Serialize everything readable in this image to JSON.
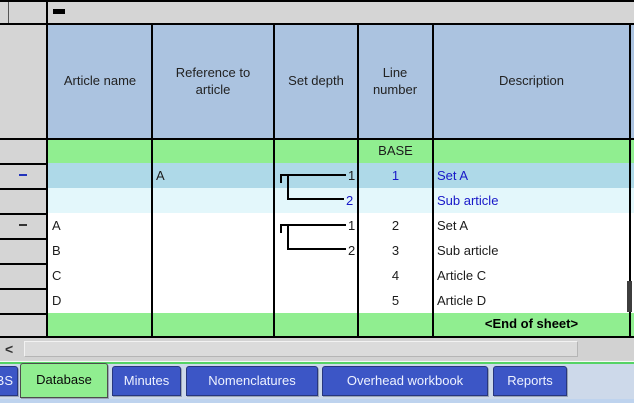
{
  "colors": {
    "header_fill": "#abc3e0",
    "group_row_fill": "#90ee90",
    "highlight_row_fill": "#aed9e8",
    "child_row_fill": "#e3f7fb",
    "link_text_blue": "#1818c8",
    "tab_fill_blue": "#3c56c6",
    "active_tab_fill_green": "#90ee90",
    "separator_green": "#55d365"
  },
  "icons": {
    "outline_collapse": "minus-icon",
    "row_collapse": "minus-icon",
    "scroll_left_arrow": "<",
    "vertical_scroll_thumb": "thumb"
  },
  "scrollbar": {
    "left_arrow": "<"
  },
  "table": {
    "columns": [
      "Article name",
      "Reference to article",
      "Set depth",
      "Line number",
      "Description"
    ],
    "rows": [
      {
        "article": "",
        "reference": "",
        "depth": "",
        "line": "BASE",
        "description": ""
      },
      {
        "article": "",
        "reference": "A",
        "depth": "1",
        "line": "1",
        "description": "Set A"
      },
      {
        "article": "",
        "reference": "",
        "depth": "2",
        "line": "",
        "description": "Sub article"
      },
      {
        "article": "A",
        "reference": "",
        "depth": "1",
        "line": "2",
        "description": "Set A"
      },
      {
        "article": "B",
        "reference": "",
        "depth": "2",
        "line": "3",
        "description": "Sub article"
      },
      {
        "article": "C",
        "reference": "",
        "depth": "",
        "line": "4",
        "description": "Article C"
      },
      {
        "article": "D",
        "reference": "",
        "depth": "",
        "line": "5",
        "description": "Article D"
      },
      {
        "article": "",
        "reference": "",
        "depth": "",
        "line": "",
        "description": "<End of sheet>"
      }
    ]
  },
  "tabs": [
    {
      "label": "BS",
      "active": false
    },
    {
      "label": "Database",
      "active": true
    },
    {
      "label": "Minutes",
      "active": false
    },
    {
      "label": "Nomenclatures",
      "active": false
    },
    {
      "label": "Overhead workbook",
      "active": false
    },
    {
      "label": "Reports",
      "active": false
    }
  ]
}
